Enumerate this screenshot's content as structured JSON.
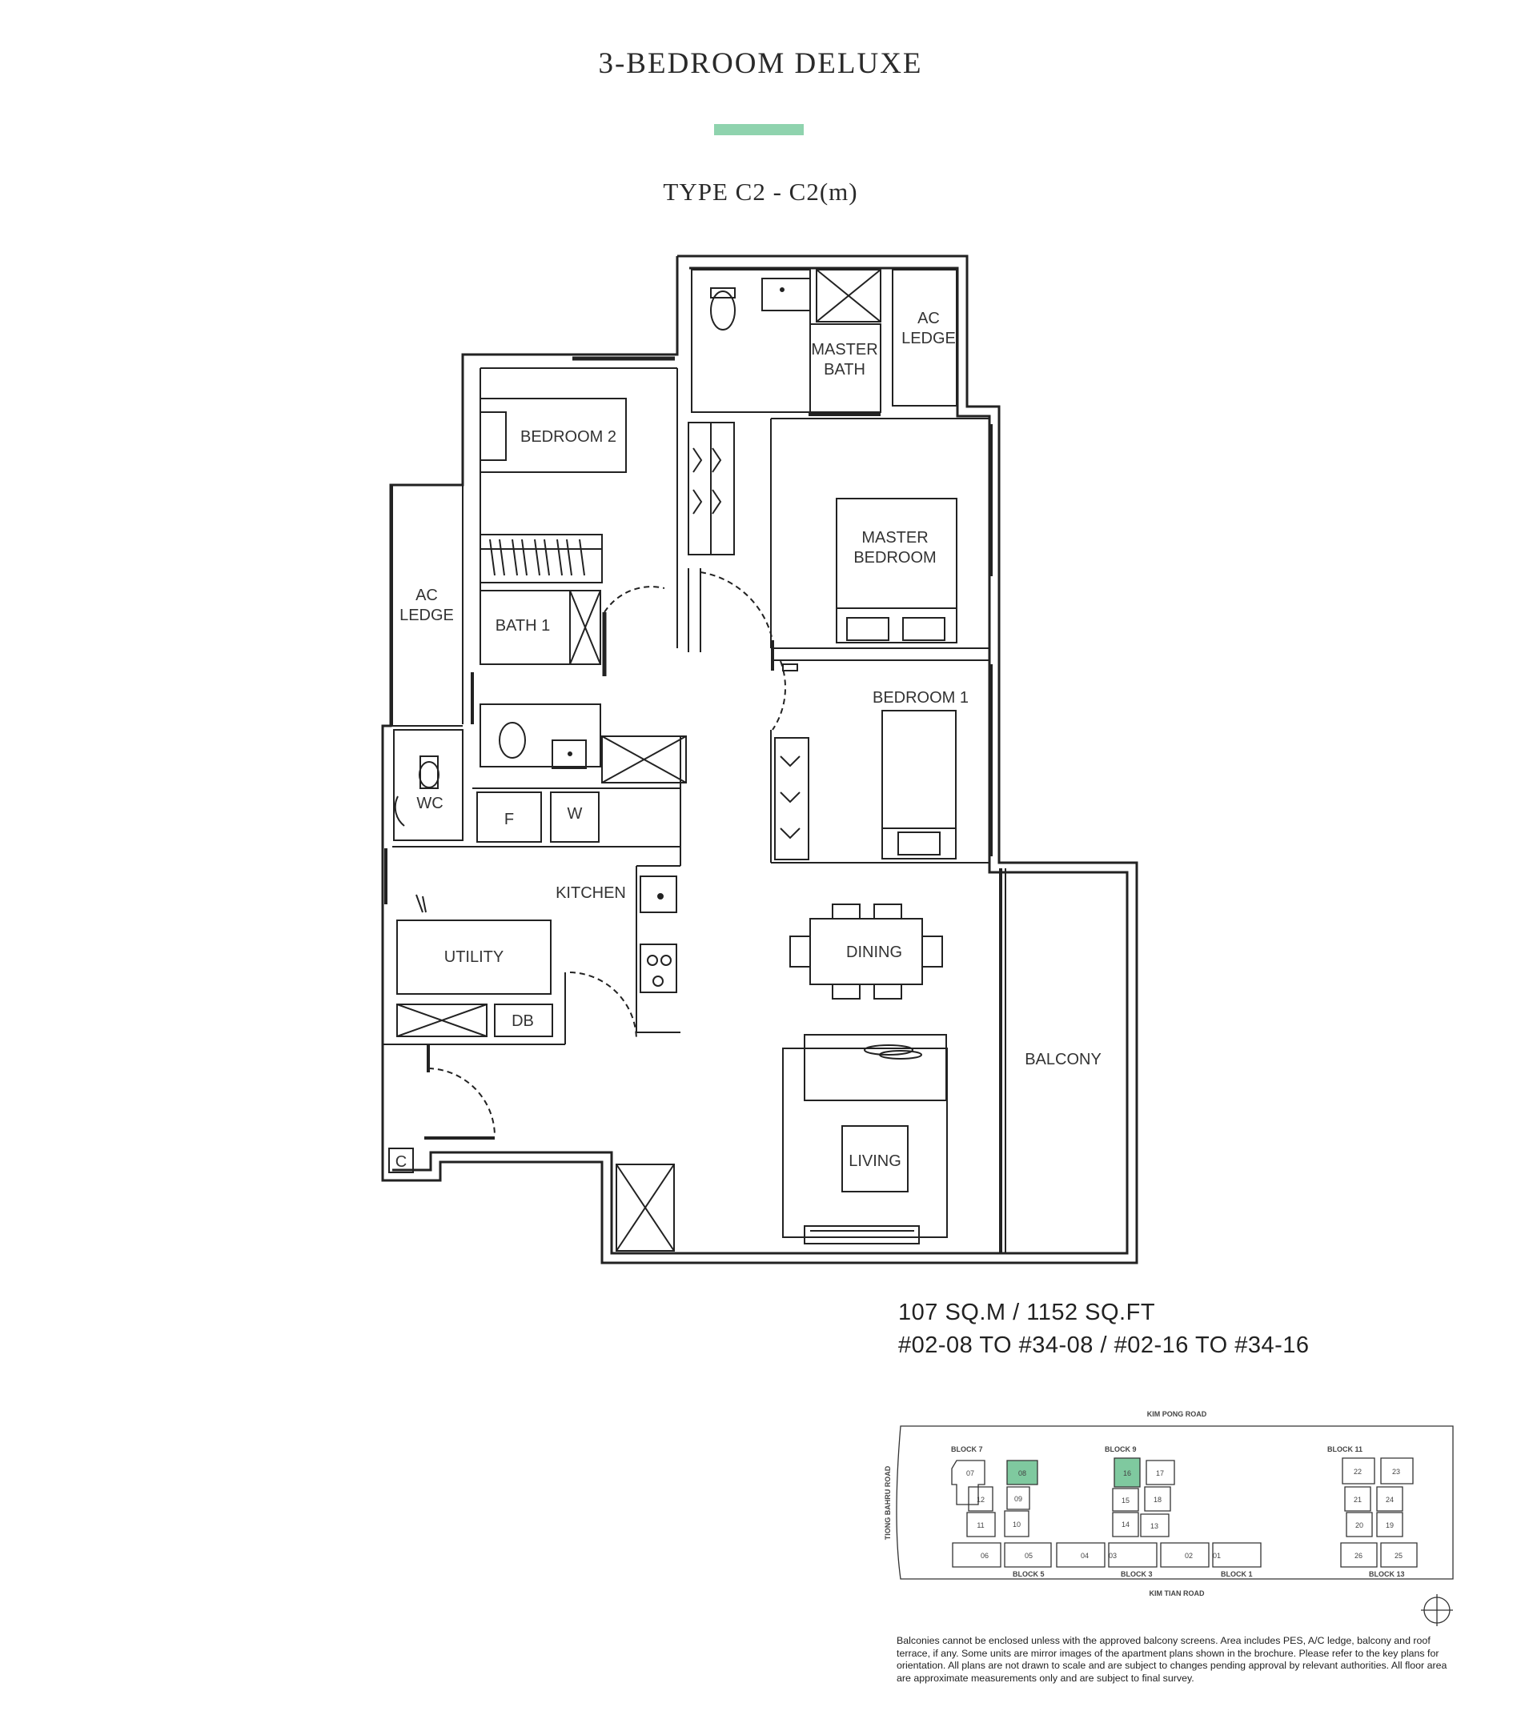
{
  "header": {
    "title": "3-BEDROOM DELUXE",
    "subtitle": "TYPE C2 - C2(m)",
    "accent_color": "#8fd3ae"
  },
  "rooms": {
    "master_bath": "MASTER BATH",
    "ac_ledge_top": "AC LEDGE",
    "bedroom_2": "BEDROOM 2",
    "master_bedroom": "MASTER BEDROOM",
    "ac_ledge_left": "AC LEDGE",
    "bath_1": "BATH 1",
    "bedroom_1": "BEDROOM 1",
    "wc": "WC",
    "fridge": "F",
    "washer": "W",
    "kitchen": "KITCHEN",
    "utility": "UTILITY",
    "db": "DB",
    "dining": "DINING",
    "balcony": "BALCONY",
    "living": "LIVING",
    "c": "C"
  },
  "unit_info": {
    "area": "107 SQ.M / 1152 SQ.FT",
    "units": "#02-08 TO #34-08 / #02-16 TO #34-16"
  },
  "key_plan": {
    "road_top": "KIM PONG ROAD",
    "road_bottom": "KIM TIAN ROAD",
    "road_left": "TIONG BAHRU ROAD",
    "blocks": {
      "block7": "BLOCK 7",
      "block9": "BLOCK 9",
      "block11": "BLOCK 11",
      "block5": "BLOCK 5",
      "block3": "BLOCK 3",
      "block1": "BLOCK 1",
      "block13": "BLOCK 13"
    },
    "units": {
      "u07": "07",
      "u08": "08",
      "u12": "12",
      "u09": "09",
      "u11": "11",
      "u10": "10",
      "u06": "06",
      "u05": "05",
      "u16": "16",
      "u17": "17",
      "u15": "15",
      "u18": "18",
      "u14": "14",
      "u13": "13",
      "u04": "04",
      "u03": "03",
      "u02": "02",
      "u01": "01",
      "u22": "22",
      "u23": "23",
      "u21": "21",
      "u24": "24",
      "u20": "20",
      "u19": "19",
      "u26": "26",
      "u25": "25"
    },
    "highlight_color": "#7fc99f"
  },
  "disclaimer": "Balconies cannot be enclosed unless with the approved balcony screens. Area includes PES, A/C ledge, balcony and roof terrace, if any. Some units are mirror images of the apartment plans shown in the brochure. Please refer to the key plans for orientation. All plans are not drawn to scale and are subject to changes pending approval by relevant authorities. All floor area are approximate measurements only and are subject to final survey."
}
